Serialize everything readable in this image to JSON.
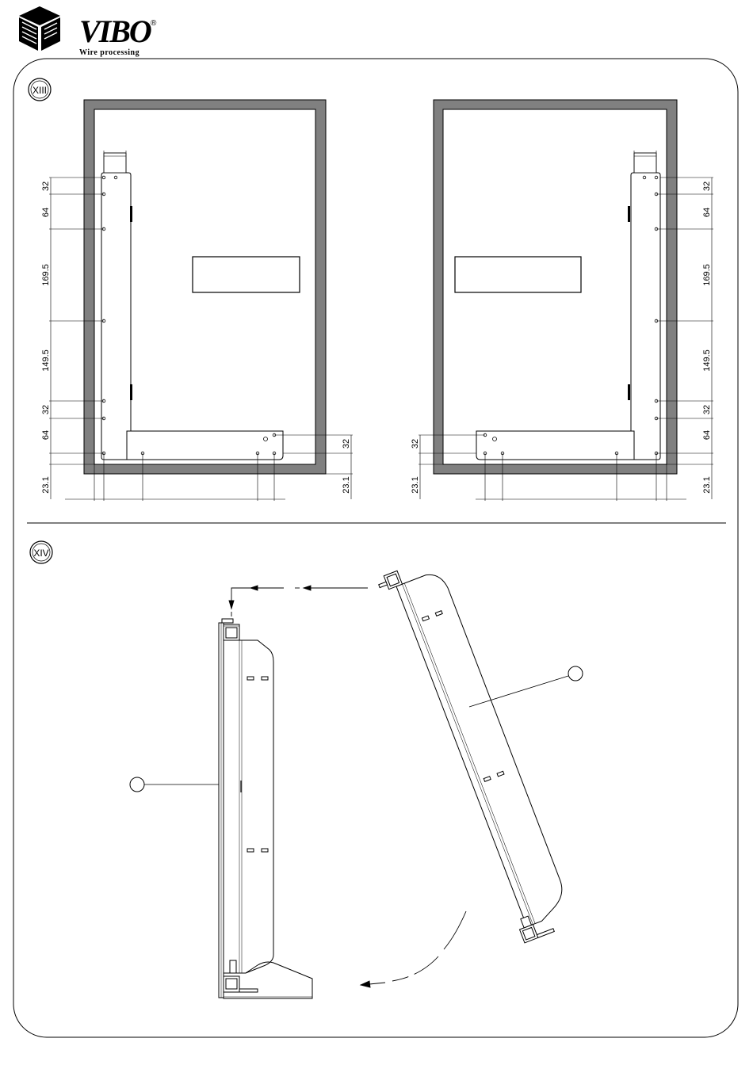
{
  "header": {
    "brand": "VIBO",
    "registered_mark": "®",
    "tagline": "Wire processing"
  },
  "sections": [
    {
      "numeral": "XIII",
      "left_panel": {
        "left_dims": [
          "32",
          "64",
          "169.5",
          "149.5",
          "32",
          "64",
          "23.1"
        ],
        "right_dims": [
          "32",
          "23.1"
        ]
      },
      "right_panel": {
        "left_dims": [
          "32",
          "23.1"
        ],
        "right_dims": [
          "32",
          "64",
          "169.5",
          "149.5",
          "32",
          "64",
          "23.1"
        ]
      }
    },
    {
      "numeral": "XIV"
    }
  ],
  "colors": {
    "line": "#000000",
    "frame_fill": "#808080",
    "background": "#ffffff"
  }
}
